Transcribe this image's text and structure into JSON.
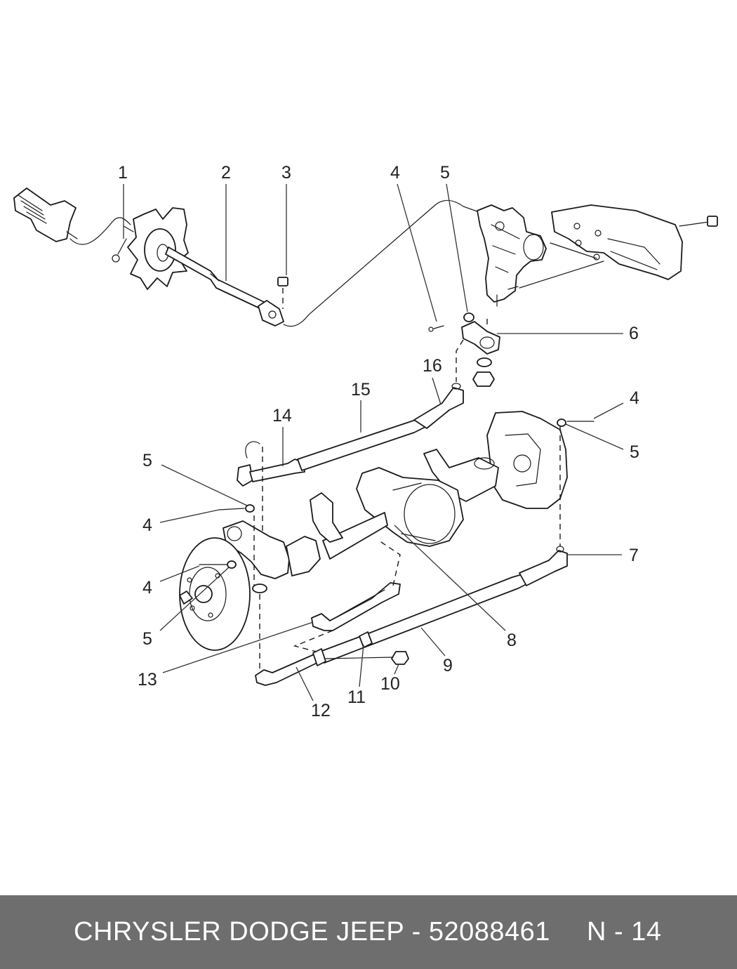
{
  "footer": {
    "title": "CHRYSLER DODGE JEEP - 52088461",
    "page_ref": "N - 14"
  },
  "callouts": [
    {
      "id": "c1",
      "label": "1"
    },
    {
      "id": "c2",
      "label": "2"
    },
    {
      "id": "c3",
      "label": "3"
    },
    {
      "id": "c4a",
      "label": "4"
    },
    {
      "id": "c5a",
      "label": "5"
    },
    {
      "id": "c6",
      "label": "6"
    },
    {
      "id": "c16",
      "label": "16"
    },
    {
      "id": "c15",
      "label": "15"
    },
    {
      "id": "c14",
      "label": "14"
    },
    {
      "id": "c4b",
      "label": "4"
    },
    {
      "id": "c5b",
      "label": "5"
    },
    {
      "id": "c5c",
      "label": "5"
    },
    {
      "id": "c4c",
      "label": "4"
    },
    {
      "id": "c4d",
      "label": "4"
    },
    {
      "id": "c5d",
      "label": "5"
    },
    {
      "id": "c7",
      "label": "7"
    },
    {
      "id": "c8",
      "label": "8"
    },
    {
      "id": "c9",
      "label": "9"
    },
    {
      "id": "c13",
      "label": "13"
    },
    {
      "id": "c10",
      "label": "10"
    },
    {
      "id": "c11",
      "label": "11"
    },
    {
      "id": "c12",
      "label": "12"
    }
  ]
}
